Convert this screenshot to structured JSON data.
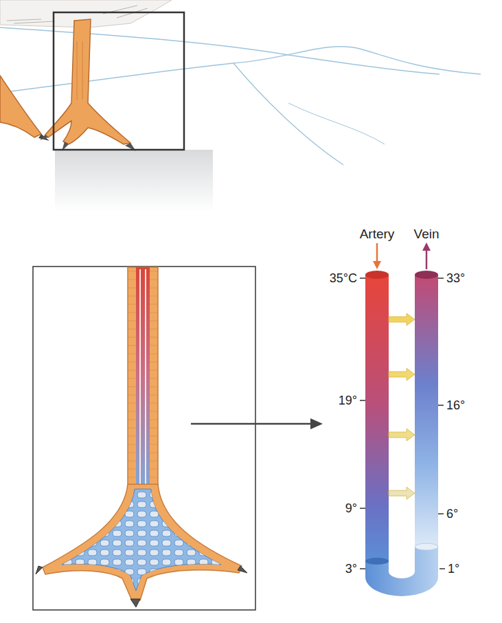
{
  "diagram": {
    "nodes": [
      {
        "text": [
          "Artery"
        ]
      },
      {
        "text": [
          "Vein"
        ]
      }
    ],
    "edges": [
      {
        "from": 0,
        "to": 1,
        "arrow": "to"
      },
      {
        "from": 0,
        "to": 1,
        "arrow": "to"
      },
      {
        "from": 0,
        "to": 1,
        "arrow": "to"
      },
      {
        "from": 0,
        "to": 1,
        "arrow": "to"
      }
    ],
    "labels": [
      "35°C",
      "33°",
      "19°",
      "16°",
      "9°",
      "6°",
      "3°",
      "1°"
    ]
  }
}
